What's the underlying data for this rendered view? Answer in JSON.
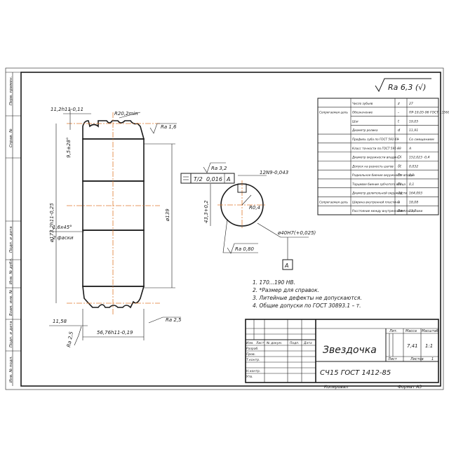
{
  "roughness": {
    "symbol_text": "Ra 6,3 (√)"
  },
  "side_labels": [
    "Перв. примен.",
    "Справ. №",
    "Подп. и дата",
    "Инв. № дубл.",
    "Взам. инв. №",
    "Подп. и дата",
    "Инв. № подл."
  ],
  "params_table": {
    "rows": [
      {
        "group": "",
        "name": "Число зубьев",
        "sym": "z",
        "val": "27"
      },
      {
        "group": "Сопрягаемая цепь",
        "name": "Обозначение",
        "sym": "-",
        "val": "ПР-19,05-96 ГОСТ 13568-97"
      },
      {
        "group": "",
        "name": "Шаг",
        "sym": "t",
        "val": "19,05"
      },
      {
        "group": "",
        "name": "Диаметр ролика",
        "sym": "d",
        "val": "11,91"
      },
      {
        "group": "",
        "name": "Профиль зуба по ГОСТ 591-69",
        "sym": "-",
        "val": "Со смещением"
      },
      {
        "group": "",
        "name": "Класс точности по ГОСТ 591-69",
        "sym": "-",
        "val": "А"
      },
      {
        "group": "",
        "name": "Диаметр окружности впадин",
        "sym": "Di",
        "val": "152,023 -0,4"
      },
      {
        "group": "",
        "name": "Допуск на разность шагов",
        "sym": "δt",
        "val": "0,032"
      },
      {
        "group": "",
        "name": "Радиальное биение окружности впадин",
        "sym": "Er",
        "val": "0,1"
      },
      {
        "group": "",
        "name": "Торцевое биение зубчатого венца",
        "sym": "Et",
        "val": "0,1"
      },
      {
        "group": "",
        "name": "Диаметр делительной окружности",
        "sym": "dд",
        "val": "164,093"
      },
      {
        "group": "Сопрягаемая цепь",
        "name": "Ширина внутренней пластины",
        "sym": "h",
        "val": "18,08"
      },
      {
        "group": "",
        "name": "Расстояние между внутренними пластинами",
        "sym": "Bвн",
        "val": "12,7"
      }
    ]
  },
  "dims": {
    "d1": "11,2h11-0,11",
    "d2": "R20,2min",
    "d3": "Ra 1,6",
    "d4": "9,5±28°",
    "d5": "ø173,2h11-0,25",
    "d6": "ø139",
    "d7": "1,6x45°",
    "d8": "2 фаски",
    "d9": "11,58",
    "d10": "56,76h11-0,19",
    "d11": "Ra 2,5",
    "d12": "Ra 2,5",
    "d13": "Ra 3,2",
    "d14": "12N9-0,043",
    "d15": "43,3+0,2",
    "d16": "R0,4",
    "d17": "ø40H7(+0,025)",
    "d18": "Ra 0,80",
    "frame_t": "T/2",
    "frame_v": "0,016",
    "frame_b": "A",
    "datum": "A"
  },
  "notes": [
    "1. 170...190 HB.",
    "2. *Размер для справок.",
    "3. Литейные дефекты не допускаются.",
    "4. Общие допуски по ГОСТ 30893.1 – т."
  ],
  "title_block": {
    "part_name": "Звездочка",
    "material": "СЧ15 ГОСТ 1412-85",
    "lit_label": "Лит.",
    "mass_label": "Масса",
    "scale_label": "Масштаб",
    "mass_value": "7,41",
    "scale_value": "1:1",
    "sheet_label": "Лист",
    "sheets_label": "Листов",
    "sheets_value": "1",
    "copied": "Копировал",
    "format": "Формат  А3",
    "col_izm": "Изм.",
    "col_list": "Лист",
    "col_doc": "№ докум.",
    "col_sign": "Подп.",
    "col_date": "Дата",
    "r_razrab": "Разраб.",
    "r_prov": "Пров.",
    "r_tkontr": "Т.контр.",
    "r_nkontr": "Н.контр.",
    "r_utv": "Утв."
  }
}
